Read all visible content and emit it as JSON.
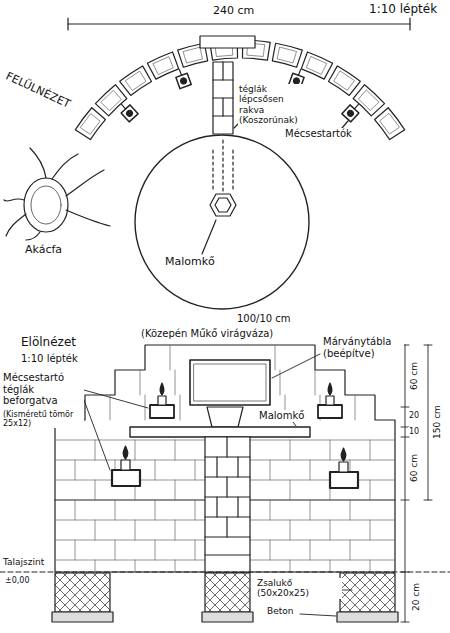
{
  "diagram": {
    "nodes": [
      {
        "text": [
          "Malomkő"
        ]
      }
    ],
    "labels": [
      "240 cm",
      "1:10 lépték",
      "FELÜLNÉZET",
      "téglák lépcsősen rakva (Koszorúnak)",
      "Mécsestartók",
      "Akácfa",
      "100/10 cm",
      "(Közepén Műkő virágváza)",
      "Elölnézet",
      "1:10 lépték",
      "Márványtábla (beépítve)",
      "Mécsestartó téglák beforgatva",
      "(Kisméretű tömör 25x12)",
      "Malomkő",
      "60 cm",
      "20",
      "10",
      "60 cm",
      "150 cm",
      "Talajszint",
      "±0,00",
      "Zsalukő (50x20x25)",
      "Beton",
      "20 cm"
    ]
  }
}
